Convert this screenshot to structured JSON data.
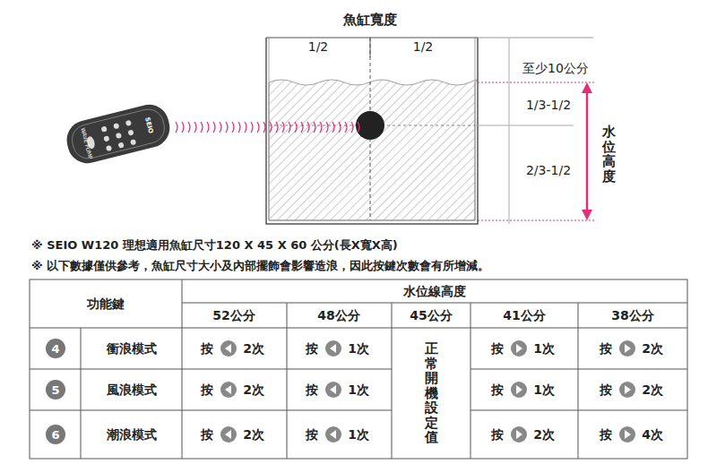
{
  "diagram": {
    "nodes": [
      {
        "text": [
          "4"
        ]
      },
      {
        "text": [
          "5"
        ]
      },
      {
        "text": [
          "6"
        ]
      }
    ],
    "labels": [
      "魚缸寬度",
      "1/2",
      "1/2",
      "至少10公分",
      "1/3-1/2",
      "2/3-1/2",
      "水位高度",
      "SEIO",
      "WAVE PUMP",
      "※ SEIO W120 理想適用魚缸尺寸120 X 45 X 60 公分(長X寬X高)",
      "※ 以下數據僅供參考，魚缸尺寸大小及內部擺飾會影響造浪，因此按鍵次數會有所增減。",
      "功能鍵",
      "水位線高度",
      "52公分",
      "48公分",
      "45公分",
      "41公分",
      "38公分",
      "衝浪模式",
      "按",
      "2次",
      "按",
      "1次",
      "按",
      "1次",
      "按",
      "2次",
      "風浪模式",
      "按",
      "2次",
      "按",
      "1次",
      "按",
      "1次",
      "按",
      "2次",
      "潮浪模式",
      "按",
      "2次",
      "按",
      "1次",
      "按",
      "2次",
      "按",
      "4次",
      "正常開機設定值"
    ]
  }
}
